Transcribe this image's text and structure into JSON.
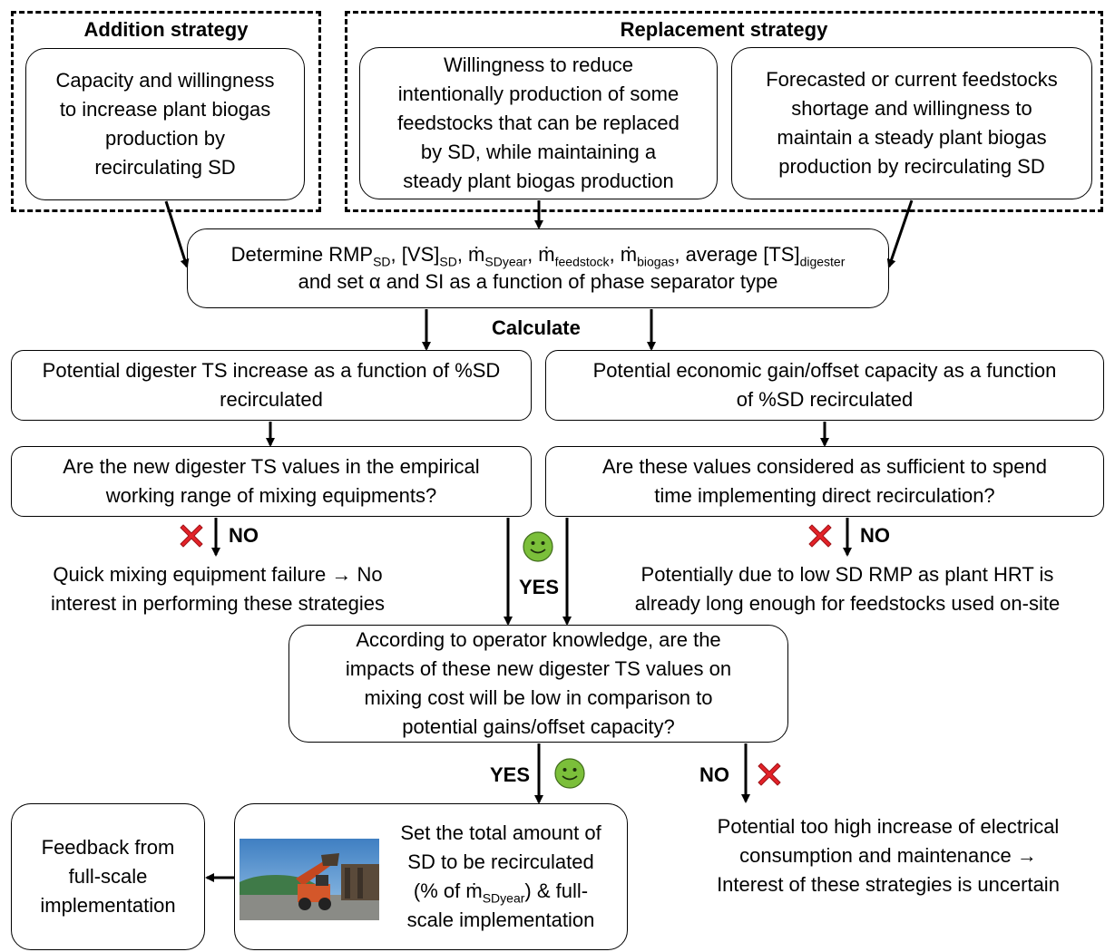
{
  "addition": {
    "header": "Addition strategy",
    "box": [
      "Capacity and willingness",
      "to increase plant biogas",
      "production by",
      "recirculating SD"
    ]
  },
  "replacement": {
    "header": "Replacement strategy",
    "box_left": [
      "Willingness to reduce",
      "intentionally production of some",
      "feedstocks that can be replaced",
      "by SD, while maintaining a",
      "steady plant biogas production"
    ],
    "box_right": [
      "Forecasted or current feedstocks",
      "shortage and willingness to",
      "maintain a steady plant biogas",
      "production by recirculating SD"
    ]
  },
  "determine": {
    "prefix": "Determine ",
    "rmp": "RMP",
    "rmp_sub": "SD",
    "vs": "[VS]",
    "vs_sub": "SD",
    "m1": "ṁ",
    "m1_sub": "SDyear",
    "m2": "ṁ",
    "m2_sub": "feedstock",
    "m3": "ṁ",
    "m3_sub": "biogas",
    "ts": "average [TS]",
    "ts_sub": "digester",
    "line2": "and set α and SI as a function of phase separator type"
  },
  "calculate_label": "Calculate",
  "potential_ts": [
    "Potential digester TS increase as a function of %SD",
    "recirculated"
  ],
  "potential_gain": [
    "Potential economic gain/offset capacity as a function",
    "of %SD recirculated"
  ],
  "question_ts": [
    "Are the new digester TS values in the empirical",
    "working range of mixing equipments?"
  ],
  "question_sufficient": [
    "Are these values considered as sufficient to spend",
    "time implementing direct recirculation?"
  ],
  "no_label": "NO",
  "yes_label": "YES",
  "outcome_mixing_failure": [
    "Quick mixing equipment failure → No",
    "interest in performing these strategies"
  ],
  "outcome_low_rmp": [
    "Potentially due to low SD RMP as plant HRT is",
    "already long enough for feedstocks used on-site"
  ],
  "question_operator": [
    "According to operator knowledge, are the",
    "impacts of these new digester TS values on",
    "mixing cost will be low in comparison to",
    "potential gains/offset capacity?"
  ],
  "outcome_electrical": [
    "Potential too high increase of electrical",
    "consumption and maintenance →",
    "Interest of these strategies is uncertain"
  ],
  "implementation": {
    "line1": "Set the total amount of",
    "line2": "SD to be recirculated",
    "line3_pre": "(% of ",
    "line3_m": "ṁ",
    "line3_sub": "SDyear",
    "line3_post": ") & full-",
    "line4": "scale implementation"
  },
  "feedback": [
    "Feedback from",
    "full-scale",
    "implementation"
  ],
  "colors": {
    "smiley": "#7bbf3a",
    "cross": "#e32228",
    "stroke": "#000000"
  }
}
